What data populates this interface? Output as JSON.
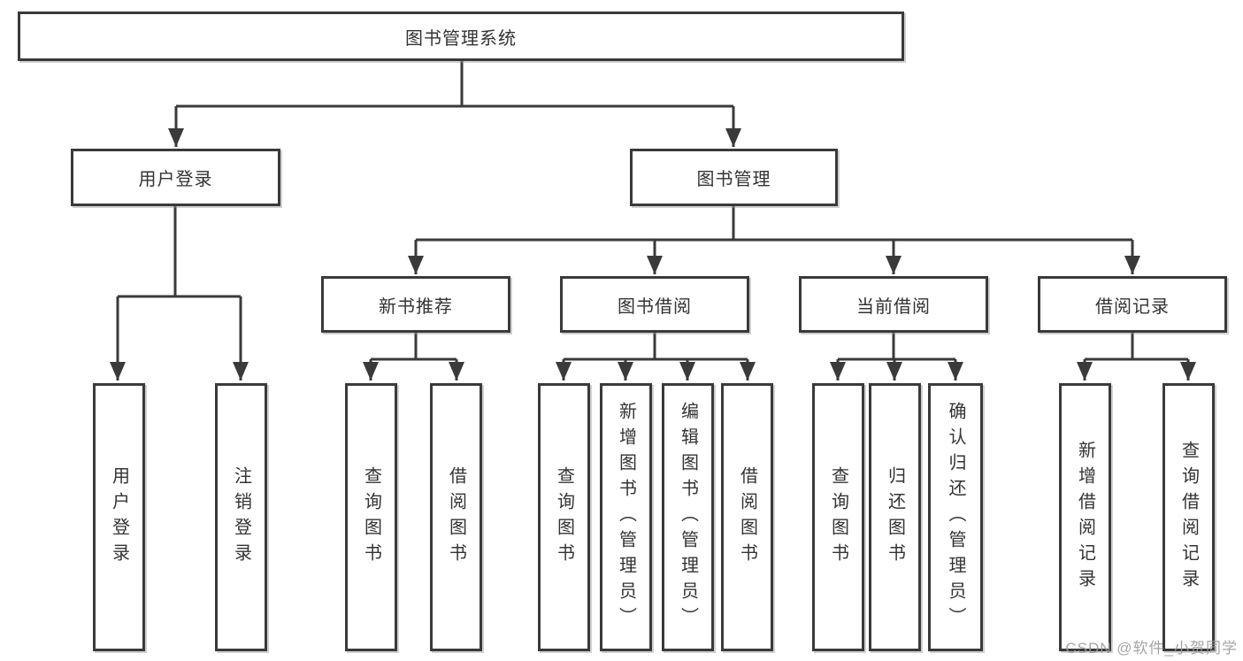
{
  "tree": {
    "root": {
      "label": "图书管理系统"
    },
    "branches": [
      {
        "label": "用户登录",
        "children": [
          {
            "label": "用户登录"
          },
          {
            "label": "注销登录"
          }
        ]
      },
      {
        "label": "图书管理",
        "children": [
          {
            "label": "新书推荐",
            "children": [
              {
                "label": "查询图书"
              },
              {
                "label": "借阅图书"
              }
            ]
          },
          {
            "label": "图书借阅",
            "children": [
              {
                "label": "查询图书"
              },
              {
                "label": "新增图书（管理员）"
              },
              {
                "label": "编辑图书（管理员）"
              },
              {
                "label": "借阅图书"
              }
            ]
          },
          {
            "label": "当前借阅",
            "children": [
              {
                "label": "查询图书"
              },
              {
                "label": "归还图书"
              },
              {
                "label": "确认归还（管理员）"
              }
            ]
          },
          {
            "label": "借阅记录",
            "children": [
              {
                "label": "新增借阅记录"
              },
              {
                "label": "查询借阅记录"
              }
            ]
          }
        ]
      }
    ]
  },
  "watermark": {
    "text": "CSDN @软件_小贺同学"
  },
  "colors": {
    "line": "#3a3a3a",
    "text": "#333333",
    "background": "#ffffff",
    "watermark": "#9b9b9b"
  }
}
